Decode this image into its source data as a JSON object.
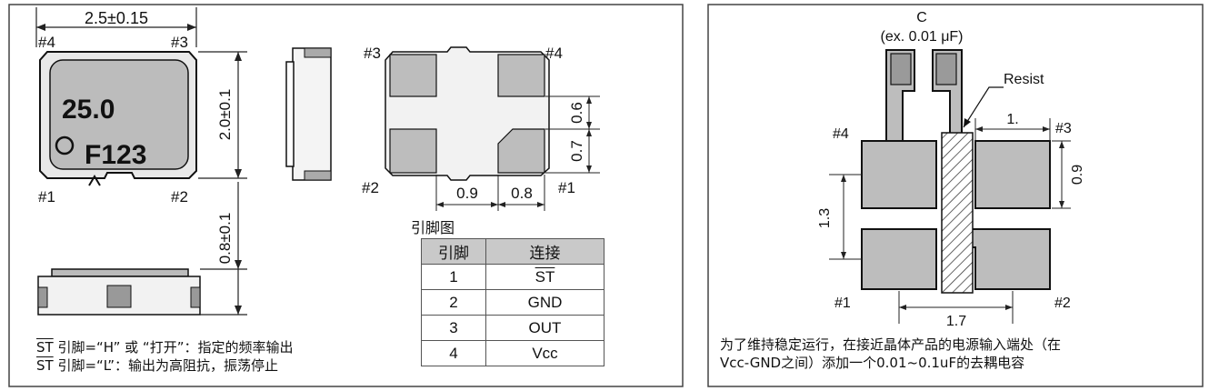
{
  "left_panel": {
    "dim_width": "2.5±0.15",
    "dim_height": "2.0±0.1",
    "dim_thickness": "0.8±0.1",
    "chip_marking_line1": "25.0",
    "chip_marking_line2": "F123",
    "pin1": "#1",
    "pin2": "#2",
    "pin3": "#3",
    "pin4": "#4",
    "bottom_pin3": "#3",
    "bottom_pin4": "#4",
    "bottom_pin2": "#2",
    "bottom_pin1": "#1",
    "dim_pad_h1": "0.6",
    "dim_pad_h2": "0.7",
    "dim_pad_w1": "0.9",
    "dim_pad_w2": "0.8",
    "pin_table_caption": "引脚图",
    "pin_table": {
      "headers": [
        "引脚",
        "连接"
      ],
      "rows": [
        {
          "pin": "1",
          "conn": "ST",
          "overline": true
        },
        {
          "pin": "2",
          "conn": "GND"
        },
        {
          "pin": "3",
          "conn": "OUT"
        },
        {
          "pin": "4",
          "conn": "Vcc"
        }
      ]
    },
    "note_line1_st": "ST",
    "note_line1": " 引脚=“H” 或 “打开”：指定的频率输出",
    "note_line2_st": "ST",
    "note_line2": " 引脚=“L”：输出为高阻抗，振荡停止"
  },
  "right_panel": {
    "cap_label": "C",
    "cap_example": "(ex. 0.01 μF)",
    "resist_label": "Resist",
    "pad_pin4": "#4",
    "pad_pin3": "#3",
    "pad_pin1": "#1",
    "pad_pin2": "#2",
    "dim_gap": "1.",
    "dim_pad_h": "0.9",
    "dim_pitch_v": "1.3",
    "dim_span": "1.7",
    "note_line1": "为了维持稳定运行，在接近晶体产品的电源输入端处（在",
    "note_line2": "Vcc-GND之间）添加一个0.01~0.1uF的去耦电容"
  }
}
